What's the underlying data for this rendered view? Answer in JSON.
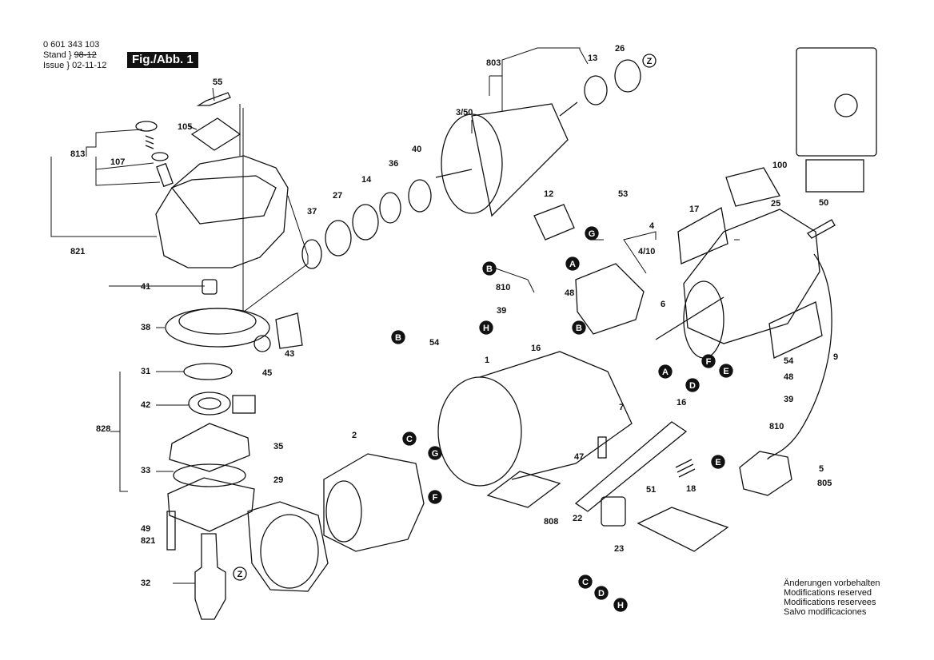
{
  "header": {
    "drawing_number": "0 601 343 103",
    "stand_label": "Stand",
    "issue_label": "Issue",
    "stand_old": "98-12",
    "issue_date": "02-11-12",
    "figure_label": "Fig./Abb. 1"
  },
  "part_numbers": [
    "55",
    "105",
    "813",
    "107",
    "821",
    "41",
    "38",
    "45",
    "43",
    "31",
    "42",
    "828",
    "35",
    "33",
    "49",
    "821",
    "32",
    "29",
    "2",
    "803",
    "13",
    "26",
    "3/50",
    "40",
    "36",
    "14",
    "27",
    "37",
    "12",
    "53",
    "4",
    "4/10",
    "810",
    "48",
    "39",
    "16",
    "54",
    "1",
    "100",
    "25",
    "17",
    "50",
    "6",
    "9",
    "54",
    "48",
    "39",
    "16",
    "810",
    "5",
    "805",
    "7",
    "47",
    "18",
    "22",
    "808",
    "51",
    "23"
  ],
  "marker_letters": [
    "A",
    "B",
    "C",
    "D",
    "E",
    "F",
    "G",
    "H",
    "Z"
  ],
  "notes": [
    "Änderungen vorbehalten",
    "Modifications reserved",
    "Modifications reservees",
    "Salvo modificaciones"
  ],
  "colors": {
    "ink": "#111111",
    "paper": "#ffffff",
    "hatch": "#555555"
  }
}
